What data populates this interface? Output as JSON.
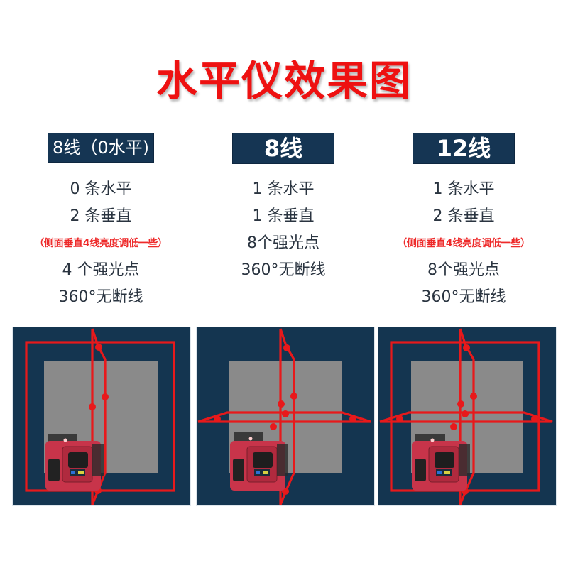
{
  "title": "水平仪效果图",
  "colors": {
    "title_red": "#ee1111",
    "header_navy": "#153553",
    "panel_navy": "#143550",
    "wall_gray": "#8a8a8a",
    "laser_red": "#e8191b",
    "note_red": "#ee2a2a",
    "spec_text": "#2a3440"
  },
  "columns": [
    {
      "header": "8线（0水平)",
      "specs": [
        "0 条水平",
        "2 条垂直"
      ],
      "note": "（侧面垂直4线亮度调低一些）",
      "specs_after": [
        "4 个强光点",
        "360°无断线"
      ],
      "illustration": {
        "horizontal_lines": 0,
        "vertical_lines": 2,
        "bright_points": 4,
        "device": "red-laser-level"
      }
    },
    {
      "header": "8线",
      "specs": [
        "1 条水平",
        "1 条垂直"
      ],
      "note": "",
      "specs_after": [
        "8个强光点",
        "360°无断线"
      ],
      "illustration": {
        "horizontal_lines": 1,
        "vertical_lines": 1,
        "bright_points": 8,
        "device": "red-laser-level"
      }
    },
    {
      "header": "12线",
      "specs": [
        "1 条水平",
        "2 条垂直"
      ],
      "note": "（侧面垂直4线亮度调低一些）",
      "specs_after": [
        "8个强光点",
        "360°无断线"
      ],
      "illustration": {
        "horizontal_lines": 1,
        "vertical_lines": 2,
        "bright_points": 8,
        "device": "red-laser-level"
      }
    }
  ]
}
